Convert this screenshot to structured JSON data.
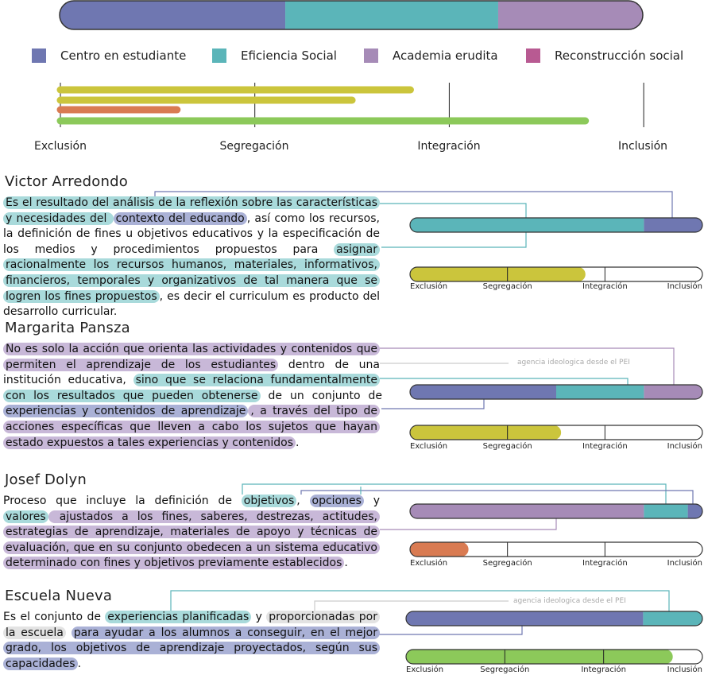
{
  "colors": {
    "centro": "#6f77b1",
    "eficiencia": "#5bb5b9",
    "academia": "#a68bb7",
    "reconstruccion": "#b85a92",
    "yellow": "#cbc53c",
    "orange": "#d97b52",
    "green": "#8cc95a"
  },
  "legend": [
    {
      "label": "Centro en estudiante",
      "color": "#6f77b1"
    },
    {
      "label": "Eficiencia Social",
      "color": "#5bb5b9"
    },
    {
      "label": "Academia erudita",
      "color": "#a68bb7"
    },
    {
      "label": "Reconstrucción social",
      "color": "#b85a92"
    }
  ],
  "top_bar": {
    "segments": [
      {
        "category": "Centro en estudiante",
        "fraction": 0.387
      },
      {
        "category": "Eficiencia Social",
        "fraction": 0.365
      },
      {
        "category": "Academia erudita",
        "fraction": 0.248
      }
    ]
  },
  "scale": {
    "labels": [
      "Exclusión",
      "Segregación",
      "Integración",
      "Inclusión"
    ],
    "bars": [
      {
        "color": "yellow",
        "value": 1.8
      },
      {
        "color": "yellow",
        "value": 1.5
      },
      {
        "color": "orange",
        "value": 0.6
      },
      {
        "color": "green",
        "value": 2.7
      }
    ]
  },
  "authors": [
    {
      "name": "Victor Arredondo",
      "text": [
        {
          "t": "Es el resultado del análisis de la reflexión sobre las características y necesidades del ",
          "hl": "teal"
        },
        {
          "t": "contexto del educando",
          "hl": "blue"
        },
        {
          "t": ", así como los recursos, la definición de fines u objetivos educativos y la especificación de los medios y procedimientos propuestos para ",
          "hl": ""
        },
        {
          "t": "asignar racionalmente los recursos humanos, materiales, informativos, financieros, temporales y organizativos de tal manera que se logren los fines propuestos",
          "hl": "teal"
        },
        {
          "t": ", es decir el curriculum es producto del desarrollo curricular.",
          "hl": ""
        }
      ],
      "segments": [
        {
          "color": "eficiencia",
          "fraction": 0.8
        },
        {
          "color": "centro",
          "fraction": 0.2
        }
      ],
      "scale_value": 1.8,
      "scale_color": "yellow",
      "note": ""
    },
    {
      "name": "Margarita Pansza",
      "text": [
        {
          "t": "No es solo la acción que orienta las actividades y contenidos que permiten el aprendizaje de los estudiantes",
          "hl": "purple"
        },
        {
          "t": " dentro de una institución educativa, ",
          "hl": ""
        },
        {
          "t": "sino que se relaciona fundamentalmente con los resultados que pueden obtenerse",
          "hl": "teal"
        },
        {
          "t": " de un conjunto de ",
          "hl": ""
        },
        {
          "t": "experiencias y contenidos de aprendizaje",
          "hl": "blue"
        },
        {
          "t": ", a través del tipo de acciones específicas que lleven a cabo los sujetos que hayan estado expuestos a tales experiencias y contenidos",
          "hl": "purple"
        },
        {
          "t": ".",
          "hl": ""
        }
      ],
      "segments": [
        {
          "color": "centro",
          "fraction": 0.5
        },
        {
          "color": "eficiencia",
          "fraction": 0.3
        },
        {
          "color": "academia",
          "fraction": 0.2
        }
      ],
      "scale_value": 1.55,
      "scale_color": "yellow",
      "note": "agencia ideologica desde el PEI"
    },
    {
      "name": "Josef Dolyn",
      "text": [
        {
          "t": "Proceso que incluye la definición de ",
          "hl": ""
        },
        {
          "t": "objetivos",
          "hl": "teal"
        },
        {
          "t": ", ",
          "hl": ""
        },
        {
          "t": "opciones",
          "hl": "blue"
        },
        {
          "t": " y ",
          "hl": ""
        },
        {
          "t": "valores",
          "hl": "teal"
        },
        {
          "t": " ajustados a los fines, saberes, destrezas, actitudes, estrategias de aprendizaje, materiales de apoyo y técnicas de evaluación, que en su conjunto obedecen a un sistema educativo determinado con fines y objetivos previamente establecidos",
          "hl": "purple"
        },
        {
          "t": ".",
          "hl": ""
        }
      ],
      "segments": [
        {
          "color": "academia",
          "fraction": 0.8
        },
        {
          "color": "eficiencia",
          "fraction": 0.15
        },
        {
          "color": "centro",
          "fraction": 0.05
        }
      ],
      "scale_value": 0.6,
      "scale_color": "orange",
      "note": ""
    },
    {
      "name": "Escuela Nueva",
      "text": [
        {
          "t": "Es el conjunto de ",
          "hl": ""
        },
        {
          "t": "experiencias planificadas",
          "hl": "teal"
        },
        {
          "t": " y ",
          "hl": ""
        },
        {
          "t": "proporcionadas por la escuela",
          "hl": "grey"
        },
        {
          "t": " ",
          "hl": ""
        },
        {
          "t": "para ayudar a los alumnos a conseguir, en el mejor grado, los objetivos de aprendizaje proyectados, según sus capacidades",
          "hl": "blue"
        },
        {
          "t": ".",
          "hl": ""
        }
      ],
      "segments": [
        {
          "color": "centro",
          "fraction": 0.8
        },
        {
          "color": "eficiencia",
          "fraction": 0.2
        }
      ],
      "scale_value": 2.7,
      "scale_color": "green",
      "note": "agencia ideologica desde el PEI"
    }
  ]
}
